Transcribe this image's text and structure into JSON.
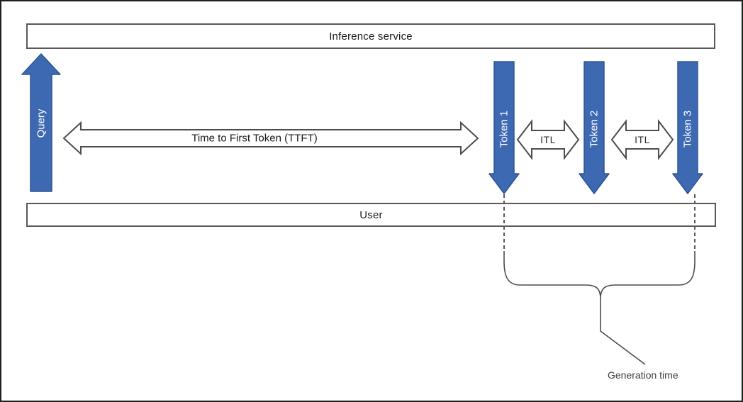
{
  "diagram": {
    "inference_bar": {
      "label": "Inference service"
    },
    "user_bar": {
      "label": "User"
    },
    "query_arrow": {
      "label": "Query"
    },
    "ttft_arrow": {
      "label": "Time to First Token (TTFT)"
    },
    "tokens": [
      {
        "label": "Token 1"
      },
      {
        "label": "Token 2"
      },
      {
        "label": "Token 3"
      }
    ],
    "itl_arrows": [
      {
        "label": "ITL"
      },
      {
        "label": "ITL"
      }
    ],
    "generation": {
      "label": "Generation time"
    },
    "colors": {
      "arrow_blue": "#3d69b2",
      "arrow_blue_border": "#2e5492",
      "outline_gray": "#4d4d4d",
      "bar_border": "#595959",
      "text_dark": "#1a1a1a"
    }
  }
}
